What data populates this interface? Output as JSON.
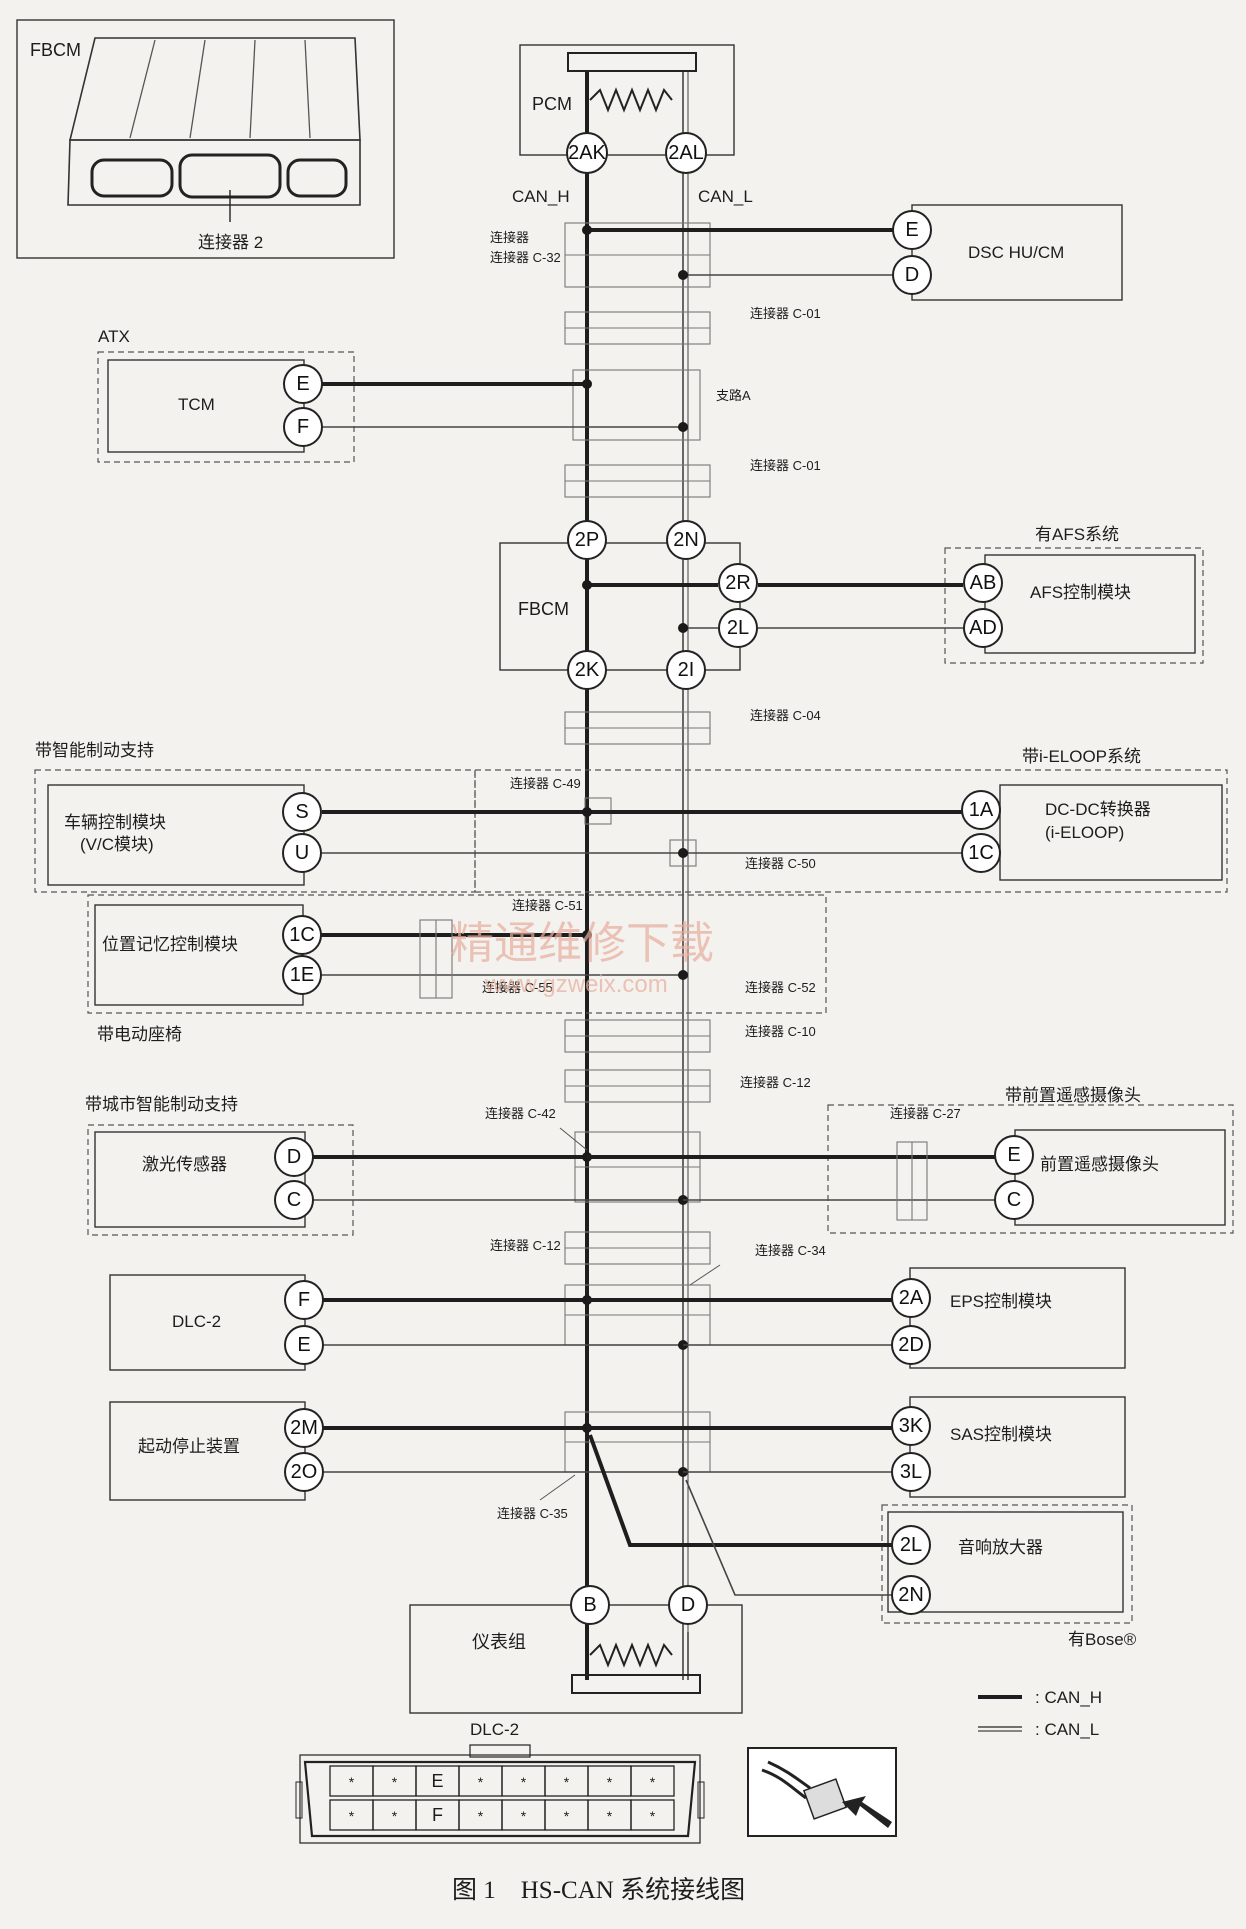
{
  "fbcm_inset": {
    "title": "FBCM",
    "connector": "连接器 2"
  },
  "pcm": {
    "label": "PCM",
    "pin_h": "2AK",
    "pin_l": "2AL",
    "can_h": "CAN_H",
    "can_l": "CAN_L"
  },
  "connectors": {
    "c32": "连接器 C-32",
    "c01a": "连接器 C-01",
    "junction_a": "支路A",
    "c01b": "连接器 C-01",
    "c04": "连接器 C-04",
    "c49": "连接器 C-49",
    "c50": "连接器 C-50",
    "c51": "连接器 C-51",
    "c55": "连接器 C-55",
    "c52": "连接器 C-52",
    "c10": "连接器 C-10",
    "c12a": "连接器 C-12",
    "c42": "连接器 C-42",
    "c27": "连接器 C-27",
    "c12b": "连接器 C-12",
    "c34": "连接器 C-34",
    "c35": "连接器 C-35"
  },
  "dsc": {
    "label": "DSC HU/CM",
    "pin_h": "E",
    "pin_l": "D"
  },
  "tcm": {
    "group": "ATX",
    "label": "TCM",
    "pin_h": "E",
    "pin_l": "F"
  },
  "fbcm": {
    "label": "FBCM",
    "p1": "2P",
    "p2": "2N",
    "p3": "2R",
    "p4": "2L",
    "p5": "2K",
    "p6": "2I"
  },
  "afs": {
    "group": "有AFS系统",
    "label": "AFS控制模块",
    "pin_h": "AB",
    "pin_l": "AD"
  },
  "vc": {
    "group": "带智能制动支持",
    "label1": "车辆控制模块",
    "label2": "(V/C模块)",
    "pin_h": "S",
    "pin_l": "U"
  },
  "dcdc": {
    "group": "带i-ELOOP系统",
    "label1": "DC-DC转换器",
    "label2": "(i-ELOOP)",
    "pin_h": "1A",
    "pin_l": "1C"
  },
  "seat": {
    "group": "带电动座椅",
    "label": "位置记忆控制模块",
    "pin_h": "1C",
    "pin_l": "1E"
  },
  "watermark": {
    "cn": "精通维修下载",
    "url": "www.gzweix.com"
  },
  "laser": {
    "group": "带城市智能制动支持",
    "label": "激光传感器",
    "pin_h": "D",
    "pin_l": "C"
  },
  "camera": {
    "group": "带前置遥感摄像头",
    "label": "前置遥感摄像头",
    "pin_h": "E",
    "pin_l": "C"
  },
  "dlc": {
    "label": "DLC-2",
    "pin_h": "F",
    "pin_l": "E"
  },
  "eps": {
    "label": "EPS控制模块",
    "pin_h": "2A",
    "pin_l": "2D"
  },
  "ss": {
    "label": "起动停止装置",
    "pin_h": "2M",
    "pin_l": "2O"
  },
  "sas": {
    "label": "SAS控制模块",
    "pin_h": "3K",
    "pin_l": "3L"
  },
  "amp": {
    "group": "有Bose®",
    "label": "音响放大器",
    "pin_h": "2L",
    "pin_l": "2N"
  },
  "ic": {
    "label": "仪表组",
    "pin_h": "B",
    "pin_l": "D"
  },
  "legend": {
    "h": ": CAN_H",
    "l": ": CAN_L"
  },
  "dlc_face": {
    "title": "DLC-2",
    "row1": [
      "*",
      "*",
      "E",
      "*",
      "*",
      "*",
      "*",
      "*"
    ],
    "row2": [
      "*",
      "*",
      "F",
      "*",
      "*",
      "*",
      "*",
      "*"
    ]
  },
  "caption": "图 1　HS-CAN 系统接线图"
}
